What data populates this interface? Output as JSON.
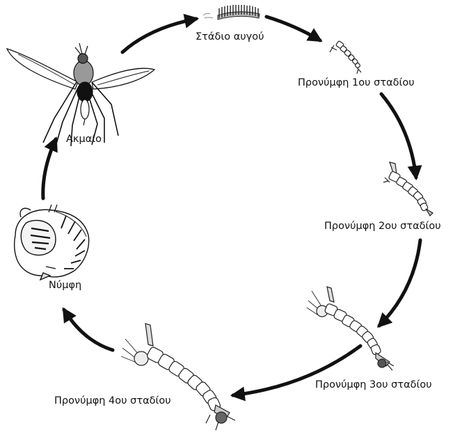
{
  "diagram": {
    "stages": [
      {
        "id": "egg",
        "label": "Στάδιο αυγού"
      },
      {
        "id": "larva1",
        "label": "Προνύμφη 1ου σταδίου"
      },
      {
        "id": "larva2",
        "label": "Προνύμφη 2ου σταδίου"
      },
      {
        "id": "larva3",
        "label": "Προνύμφη 3ου σταδίου"
      },
      {
        "id": "larva4",
        "label": "Προνύμφη 4ου σταδίου"
      },
      {
        "id": "pupa",
        "label": "Νύμφη"
      },
      {
        "id": "adult",
        "label": "Ακμαίο"
      }
    ],
    "colors": {
      "stroke": "#111111",
      "background": "#ffffff"
    }
  }
}
